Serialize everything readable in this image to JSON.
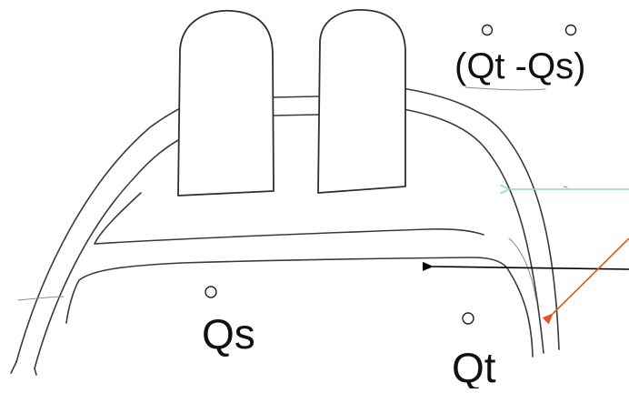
{
  "labels": {
    "combined_flux": "(Qt -Qs)",
    "inner_flux": "Qs",
    "outer_flux": "Qt"
  },
  "colors": {
    "cyan_arrow": "#96d1d6",
    "black_arrow": "#000000",
    "red_arrow": "#e8531a"
  }
}
